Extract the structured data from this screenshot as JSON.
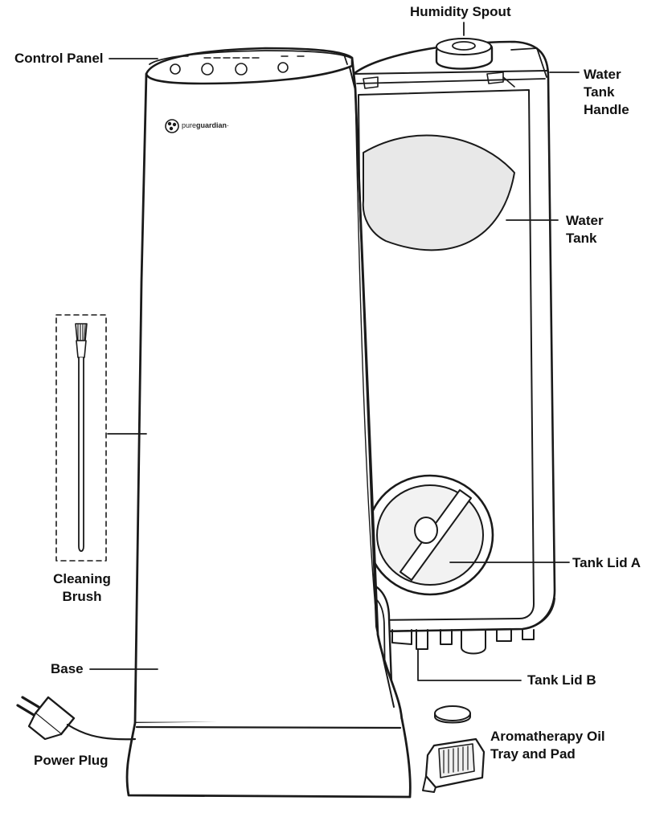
{
  "brand": {
    "prefix": "pure",
    "name": "guardian",
    "mark": "·"
  },
  "labels": {
    "humidity_spout": "Humidity Spout",
    "control_panel": "Control Panel",
    "water_tank_handle": [
      "Water",
      "Tank",
      "Handle"
    ],
    "water_tank": [
      "Water",
      "Tank"
    ],
    "cleaning_brush": [
      "Cleaning",
      "Brush"
    ],
    "tank_lid_a": "Tank Lid A",
    "base": "Base",
    "tank_lid_b": "Tank Lid B",
    "aromatherapy": [
      "Aromatherapy Oil",
      "Tray and Pad"
    ],
    "power_plug": "Power Plug"
  },
  "colors": {
    "line": "#1a1a1a",
    "shade": "#e6e6e6",
    "fill": "#ffffff"
  }
}
